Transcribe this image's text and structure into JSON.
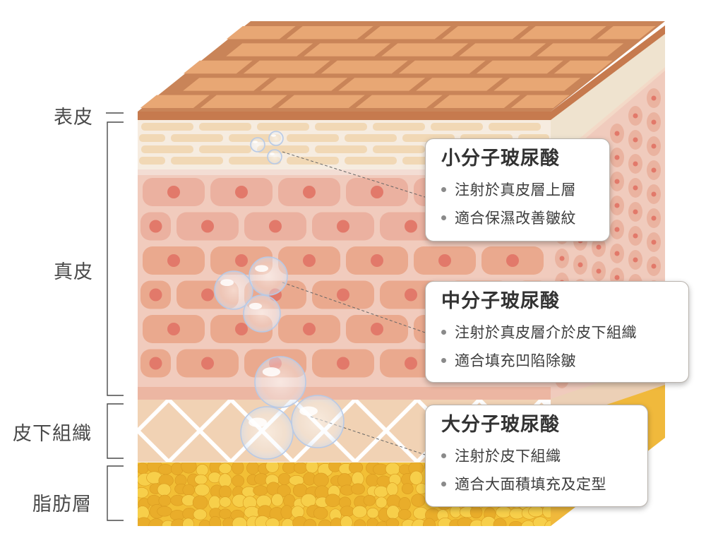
{
  "layers": {
    "epidermis": "表皮",
    "dermis": "真皮",
    "subcutaneous": "皮下組織",
    "fat": "脂肪層"
  },
  "callouts": [
    {
      "title": "小分子玻尿酸",
      "points": [
        "注射於真皮層上層",
        "適合保濕改善皺紋"
      ]
    },
    {
      "title": "中分子玻尿酸",
      "points": [
        "注射於真皮層介於皮下組織",
        "適合填充凹陷除皺"
      ]
    },
    {
      "title": "大分子玻尿酸",
      "points": [
        "注射於皮下組織",
        "適合大面積填充及定型"
      ]
    }
  ],
  "colors": {
    "epidermis_top": "#e8a774",
    "epidermis_grout": "#c98458",
    "dermis_cell": "#ebb1a0",
    "cell_nucleus": "#e2796a",
    "subcutaneous": "#f1d2b4",
    "fat": "#f3c13a",
    "bracket": "#4a4a4a"
  }
}
